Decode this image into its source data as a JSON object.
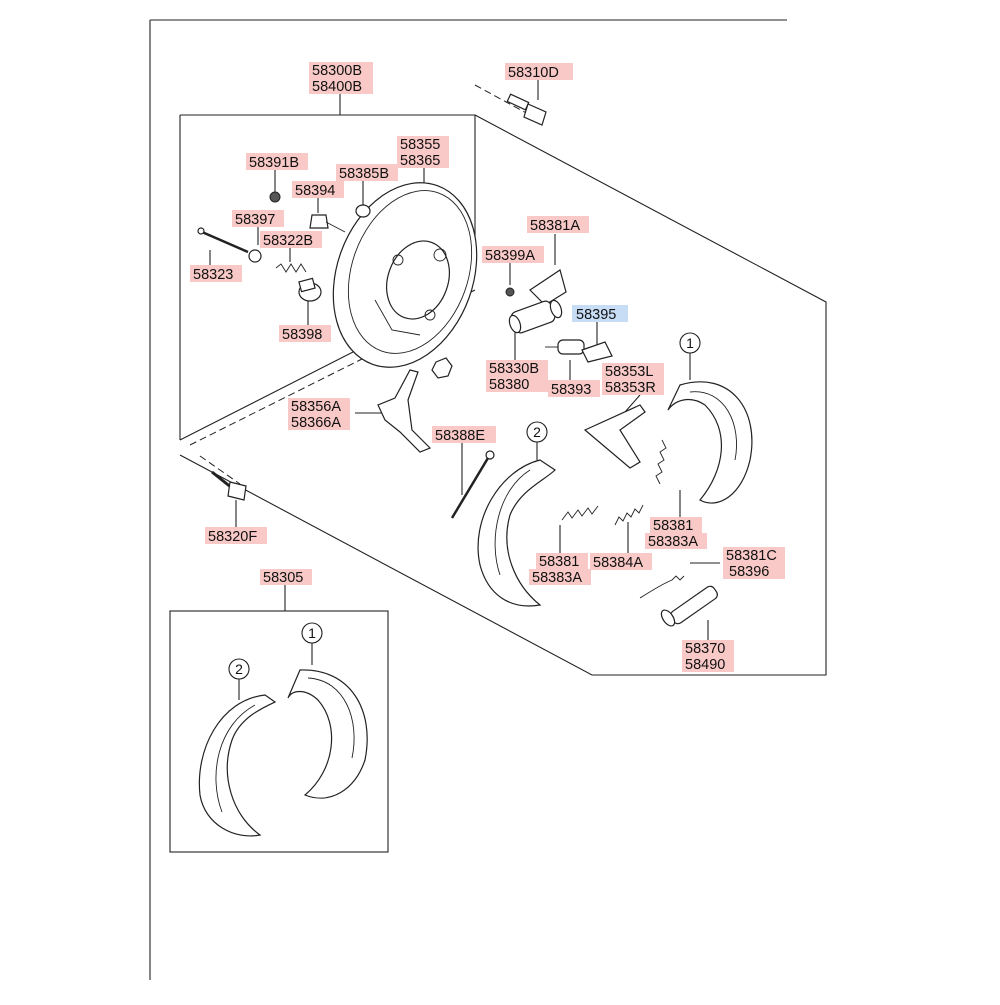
{
  "labels": {
    "l58300b": "58300B",
    "l58400b": "58400B",
    "l58310d": "58310D",
    "l58355": "58355",
    "l58365": "58365",
    "l58391b": "58391B",
    "l58385b": "58385B",
    "l58394": "58394",
    "l58397": "58397",
    "l58322b": "58322B",
    "l58323": "58323",
    "l58398": "58398",
    "l58381a_top": "58381A",
    "l58399a": "58399A",
    "l58395": "58395",
    "l58330b": "58330B",
    "l58380": "58380",
    "l58393": "58393",
    "l58353l": "58353L",
    "l58353r": "58353R",
    "l58356a": "58356A",
    "l58366a": "58366A",
    "l58388e": "58388E",
    "l58320f": "58320F",
    "l58381_right": "58381",
    "l58383a_right": "58383A",
    "l58381_mid": "58381",
    "l58383a_mid": "58383A",
    "l58384a": "58384A",
    "l58381c": "58381C",
    "l58396": "58396",
    "l58370": "58370",
    "l58490": "58490",
    "l58305": "58305"
  },
  "callouts": {
    "c1_main": "1",
    "c2_main": "2",
    "c1_kit": "1",
    "c2_kit": "2"
  },
  "colors": {
    "label_highlight": "#f8c9c6",
    "label_highlight_selected": "#c7dcf5",
    "line": "#222222"
  }
}
